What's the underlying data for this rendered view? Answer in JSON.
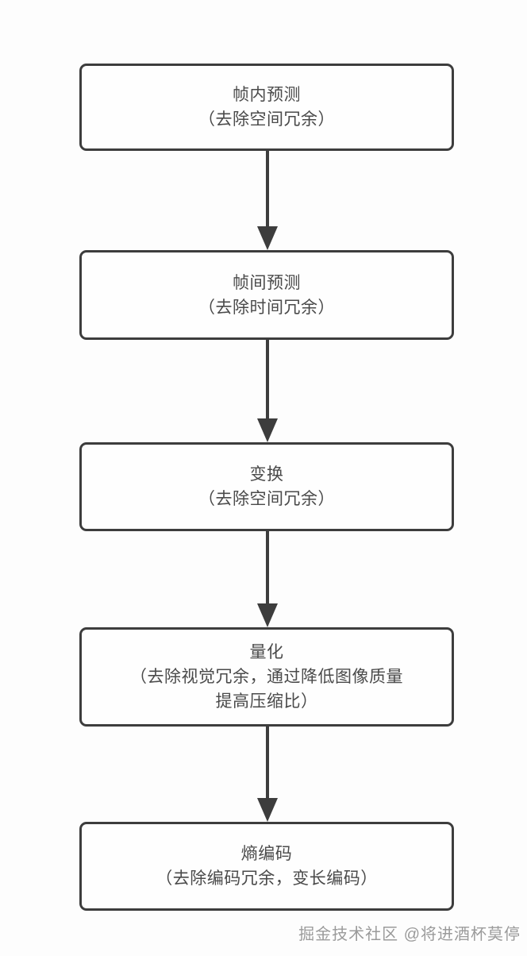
{
  "diagram": {
    "type": "flowchart",
    "direction": "top-down",
    "steps": [
      {
        "id": "intra-prediction",
        "title": "帧内预测",
        "lines": [
          "（去除空间冗余）"
        ]
      },
      {
        "id": "inter-prediction",
        "title": "帧间预测",
        "lines": [
          "（去除时间冗余）"
        ]
      },
      {
        "id": "transform",
        "title": "变换",
        "lines": [
          "（去除空间冗余）"
        ]
      },
      {
        "id": "quantization",
        "title": "量化",
        "lines": [
          "（去除视觉冗余，通过降低图像质量",
          "提高压缩比）"
        ]
      },
      {
        "id": "entropy-coding",
        "title": "熵编码",
        "lines": [
          "（去除编码冗余，变长编码）"
        ]
      }
    ],
    "connections": [
      {
        "from": "intra-prediction",
        "to": "inter-prediction"
      },
      {
        "from": "inter-prediction",
        "to": "transform"
      },
      {
        "from": "transform",
        "to": "quantization"
      },
      {
        "from": "quantization",
        "to": "entropy-coding"
      }
    ]
  },
  "watermark": {
    "text": "掘金技术社区 @将进酒杯莫停"
  },
  "colors": {
    "background": "#fdfdfd",
    "node_border": "#3d3d3d",
    "node_fill": "#fefefe",
    "text": "#4a4a4a",
    "arrow": "#3d3d3d",
    "watermark": "#9a9a9a"
  }
}
